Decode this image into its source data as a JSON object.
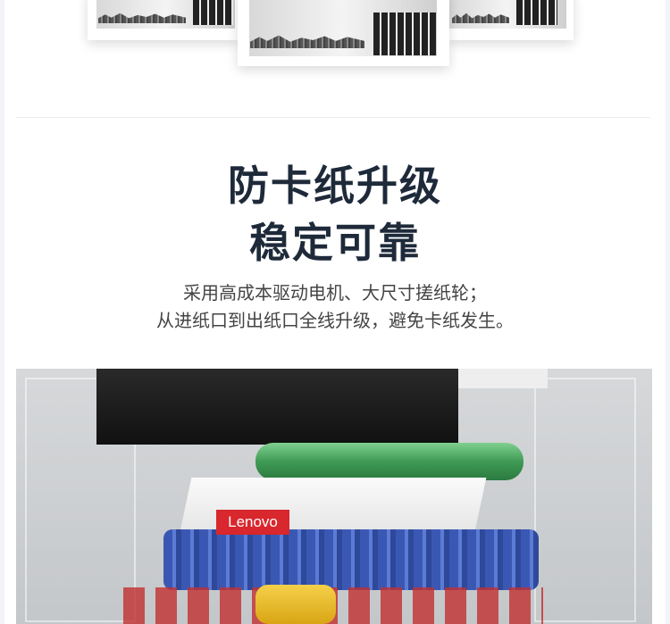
{
  "heading": {
    "line1": "防卡纸升级",
    "line2": "稳定可靠"
  },
  "description": {
    "line1": "采用高成本驱动电机、大尺寸搓纸轮；",
    "line2": "从进纸口到出纸口全线升级，避免卡纸发生。"
  },
  "illustration": {
    "brand_logo": "Lenovo",
    "logo_color": "#d8272d"
  },
  "colors": {
    "heading": "#1e2a3a",
    "text": "#444444"
  }
}
